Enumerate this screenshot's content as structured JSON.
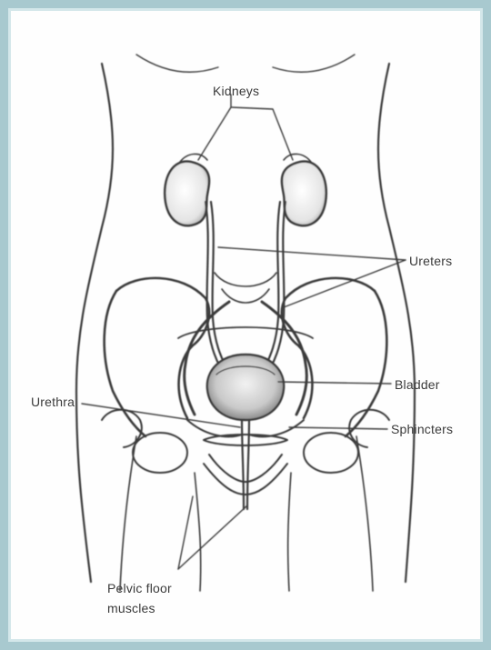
{
  "figure": {
    "background_color": "#ffffff",
    "border_color": "#a8c9cf",
    "line_color": "#3a3a3a"
  },
  "labels": {
    "kidneys": "Kidneys",
    "ureters": "Ureters",
    "bladder": "Bladder",
    "urethra": "Urethra",
    "sphincters": "Sphincters",
    "pelvic_floor_line1": "Pelvic floor",
    "pelvic_floor_line2": "muscles"
  }
}
